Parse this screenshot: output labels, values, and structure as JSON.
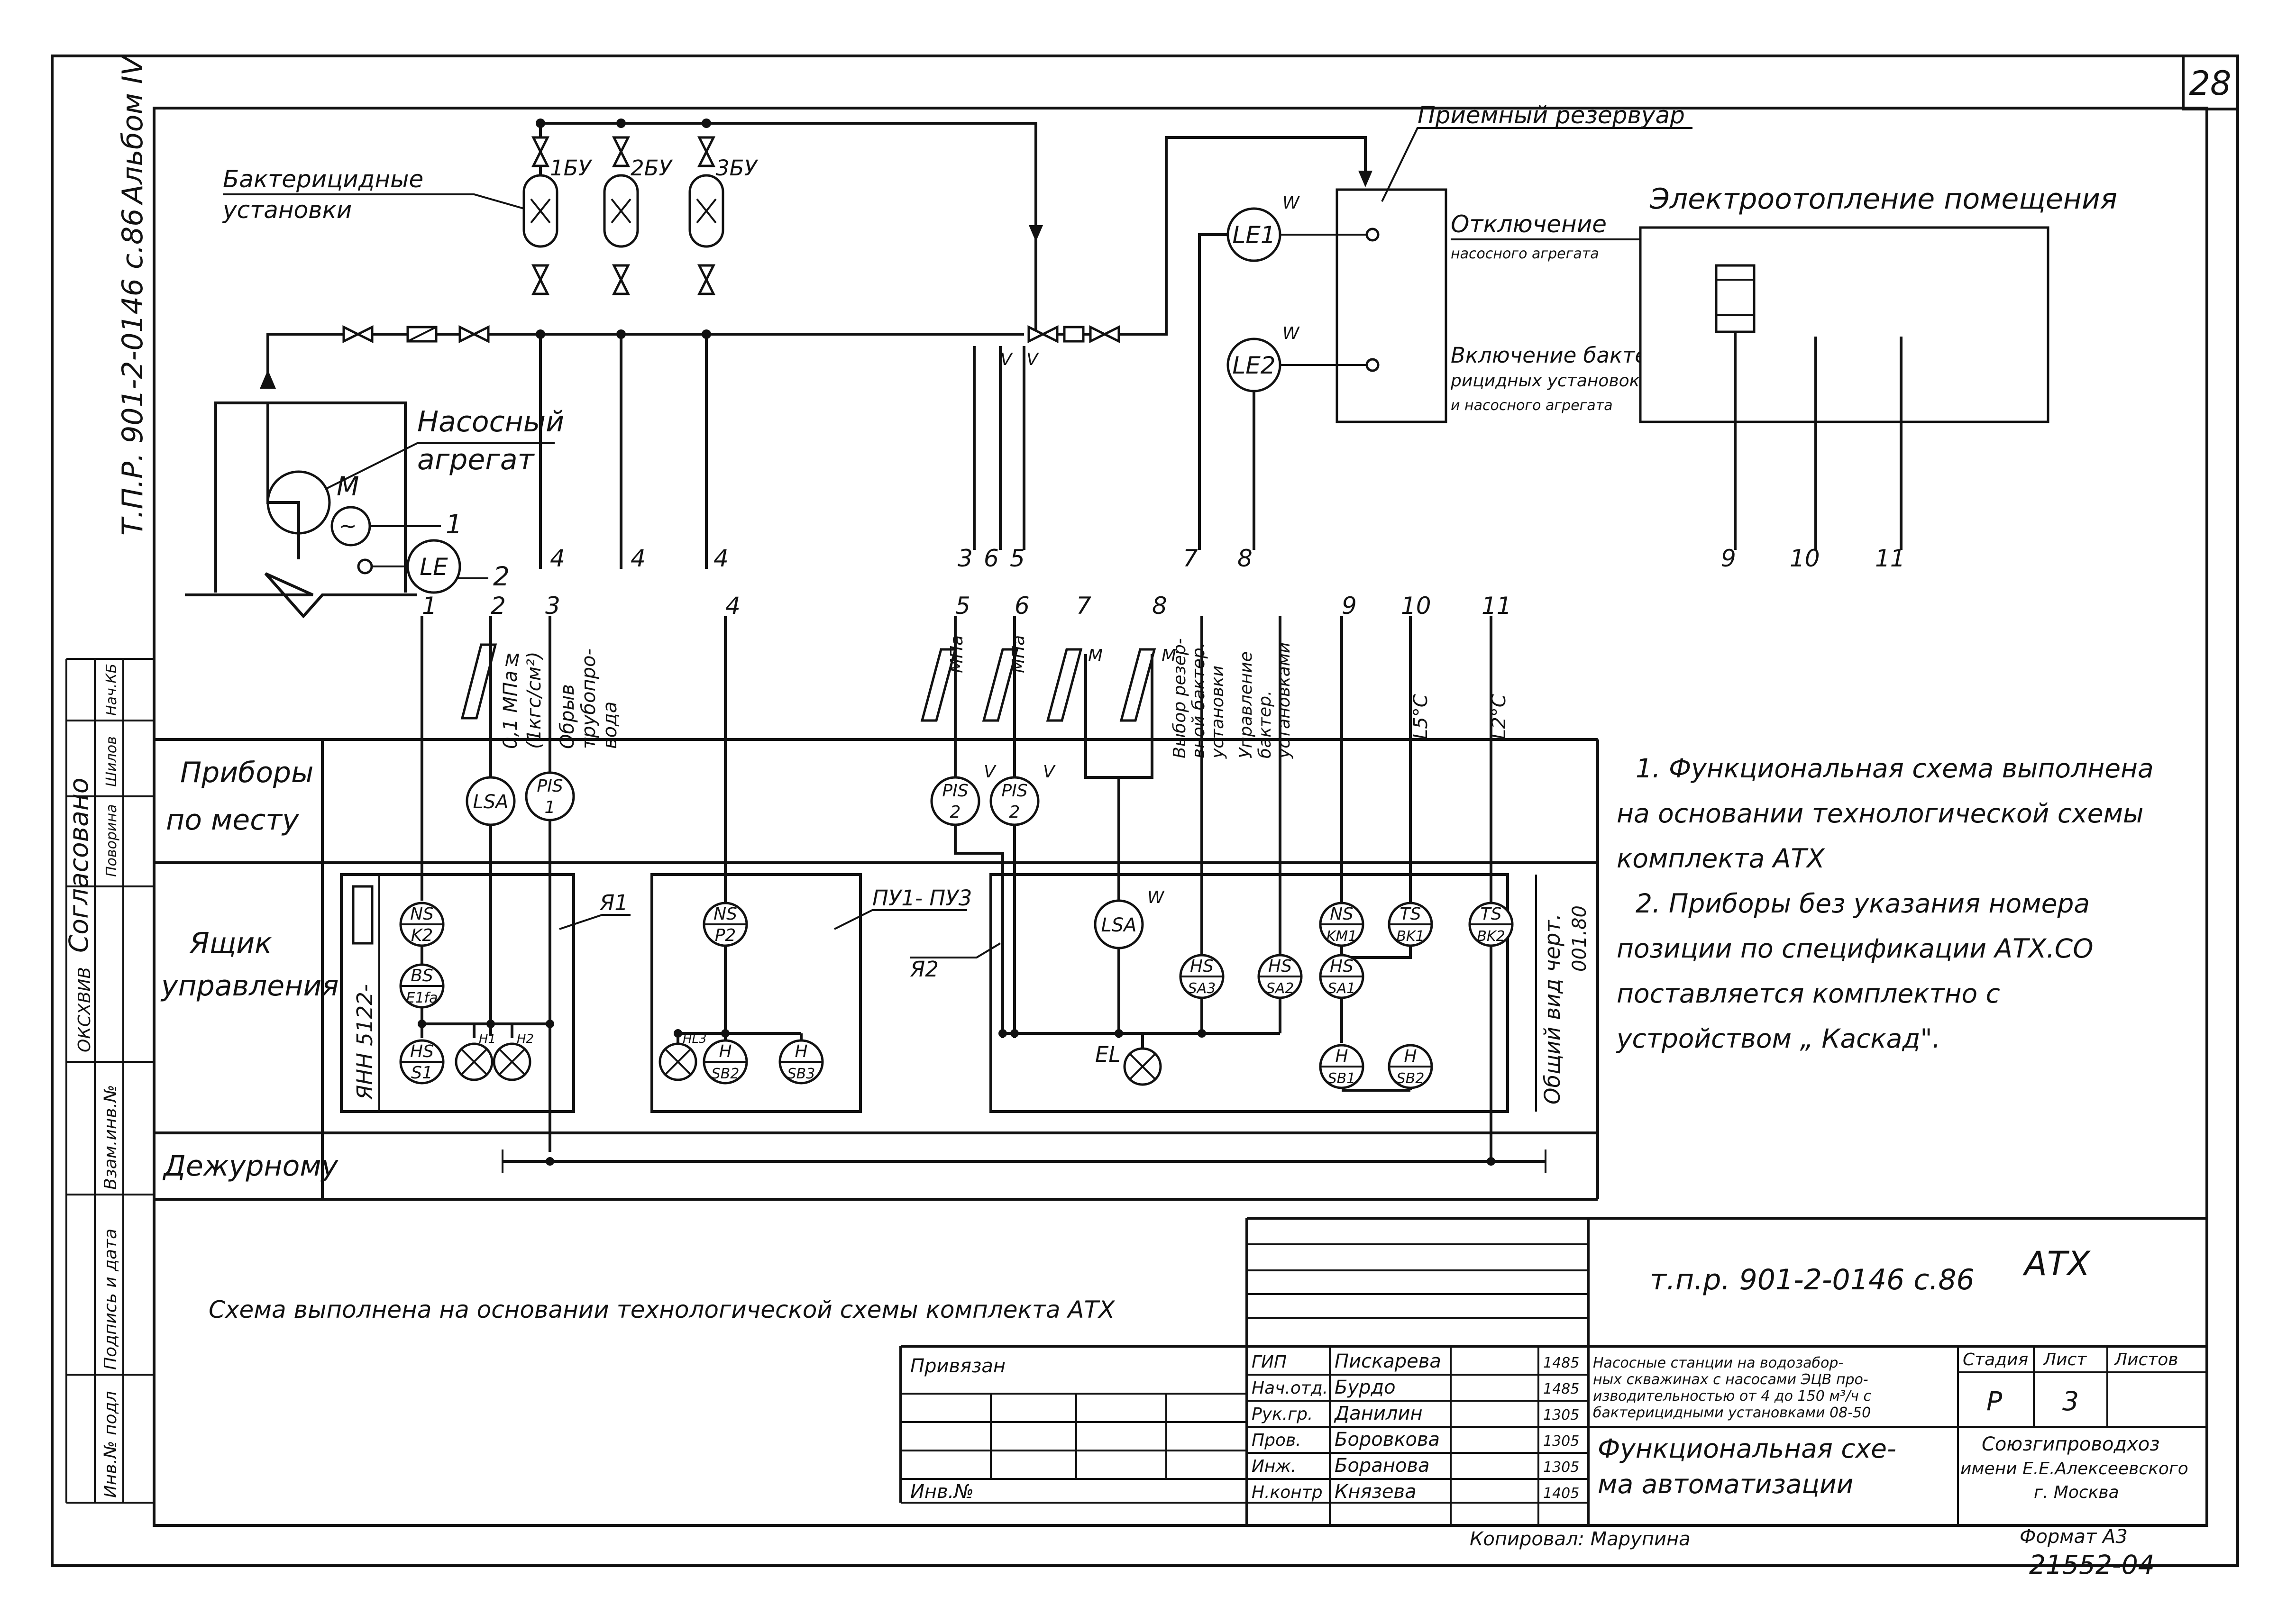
{
  "sheet": {
    "number": "28"
  },
  "side": {
    "code": "Т.П.Р. 901-2-0146 с.86",
    "album": "Альбом IV",
    "agreed": "Согласовано",
    "cells_top": [
      "Нач.КБ",
      "Шилов",
      "Поворина"
    ],
    "okskhiv": "ОКСХВИВ",
    "bottom_cells": [
      "Взам.инв.№",
      "Подпись и дата",
      "Инв.№ подл"
    ]
  },
  "process": {
    "bact_title": "Бактерицидные",
    "bact_title2": "установки",
    "bact_units": [
      "1БУ",
      "2БУ",
      "3БУ"
    ],
    "pump_title": "Насосный",
    "pump_title2": "агрегат",
    "motor": "M",
    "le": "LE",
    "reservoir": "Приемный резервуар",
    "le1": "LE1",
    "le2": "LE2",
    "w_mark": "W",
    "v_mark": "V",
    "res_off1": "Отключение",
    "res_off2": "насосного агрегата",
    "res_on1": "Включение бакте-",
    "res_on2": "рицидных установок",
    "res_on3": "и насосного агрегата",
    "heating": "Электроотопление помещения",
    "line_nums_top": [
      "1",
      "2",
      "4",
      "4",
      "4",
      "3",
      "6",
      "5",
      "7",
      "8",
      "9",
      "10",
      "11"
    ],
    "line_nums_mid": [
      "1",
      "2",
      "3",
      "4",
      "5",
      "6",
      "7",
      "8",
      "9",
      "10",
      "11"
    ]
  },
  "signals": {
    "mpa1": "0,1 МПа",
    "kgs": "(1кгс/см²)",
    "break1": "Обрыв",
    "break2": "трубопро-",
    "break3": "вода",
    "m": "М",
    "mpa": "МПа",
    "sel1": "Выбор резер-",
    "sel2": "вной бактер.",
    "sel3": "установки",
    "ctl1": "Управление",
    "ctl2": "бактер.",
    "ctl3": "установками",
    "l5": "L5°C",
    "l2": "L2°C"
  },
  "rows": {
    "local1": "Приборы",
    "local2": "по месту",
    "box1": "Ящик",
    "box2": "управления",
    "duty": "Дежурному"
  },
  "instruments": {
    "lsa": "LSA",
    "pis": "PIS",
    "pis1": "1",
    "pis2": "2",
    "ns": "NS",
    "k2": "K2",
    "bs": "BS",
    "e1fa": "E1fa",
    "hs": "HS",
    "s1": "S1",
    "h1": "H1",
    "h2": "H2",
    "ya1": "Я1",
    "p2": "P2",
    "hl3": "HL3",
    "h": "H",
    "sb2": "SB2",
    "sb3": "SB3",
    "puy": "ПУ1- ПУ3",
    "ya2": "Я2",
    "el": "EL",
    "sa3": "SA3",
    "sa2": "SA2",
    "km1": "KM1",
    "sa1": "SA1",
    "sb1": "SB1",
    "ts": "TS",
    "bk1": "BK1",
    "bk2": "BK2",
    "yan": "ЯНН 5122-",
    "gen1": "Общий вид черт.",
    "gen2": "001.80"
  },
  "notes": {
    "n1a": "1. Функциональная схема выполнена",
    "n1b": "на основании технологической схемы",
    "n1c": "комплекта АТХ",
    "n2a": "2. Приборы без указания номера",
    "n2b": "позиции по спецификации АТХ.СО",
    "n2c": "поставляется комплектно с",
    "n2d": "устройством „ Каскад\"."
  },
  "scheme_note": "Схема выполнена на основании технологической схемы комплекта АТХ",
  "titleblock": {
    "code": "т.п.р. 901-2-0146 с.86",
    "atx": "АТХ",
    "privyazan": "Привязан",
    "inv": "Инв.№",
    "roles": [
      "ГИП",
      "Нач.отд.",
      "Рук.гр.",
      "Пров.",
      "Инж.",
      "Н.контр"
    ],
    "names": [
      "Пискарева",
      "Бурдо",
      "Данилин",
      "Боровкова",
      "Боранова",
      "Князева"
    ],
    "dates": [
      "1485",
      "1485",
      "1305",
      "1305",
      "1305",
      "1405"
    ],
    "project1": "Насосные станции на водозабор-",
    "project2": "ных скважинах с насосами ЭЦВ про-",
    "project3": "изводительностью от 4 до 150 м³/ч с",
    "project4": "бактерицидными установками 08-50",
    "sheet_title1": "Функциональная схе-",
    "sheet_title2": "ма автоматизации",
    "stage_h": "Стадия",
    "list_h": "Лист",
    "lists_h": "Листов",
    "stage": "Р",
    "list": "3",
    "org1": "Союзгипроводхоз",
    "org2": "имени Е.Е.Алексеевского",
    "org3": "г. Москва",
    "copied": "Копировал: Марупина",
    "format": "Формат А3",
    "number": "21552-04"
  }
}
